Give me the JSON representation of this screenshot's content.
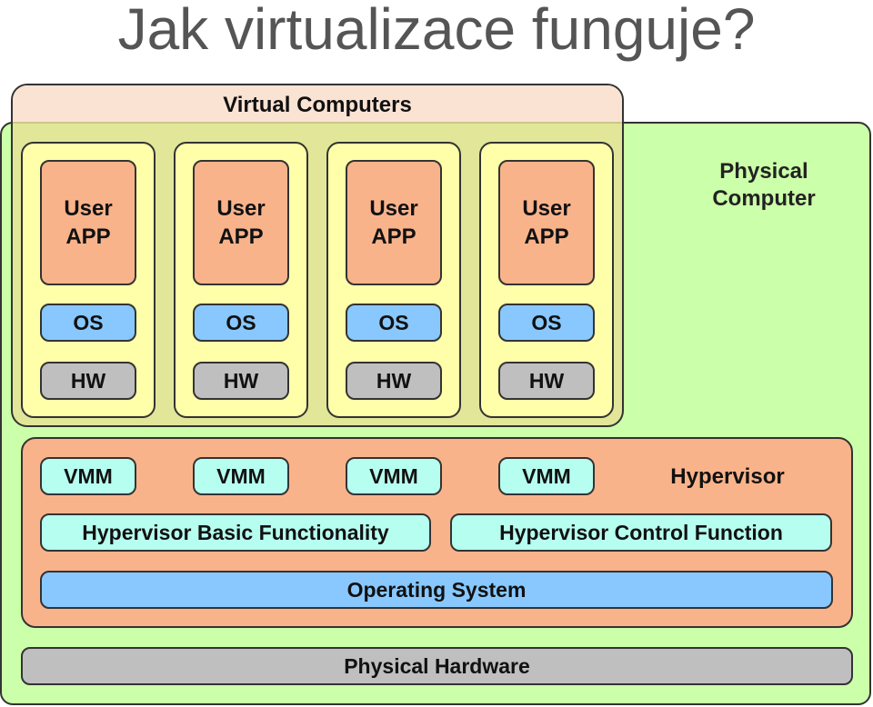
{
  "title": "Jak virtualizace funguje?",
  "physical_label": "Physical\nComputer",
  "virtual_label": "Virtual Computers",
  "vms": [
    {
      "app": "User\nAPP",
      "os": "OS",
      "hw": "HW"
    },
    {
      "app": "User\nAPP",
      "os": "OS",
      "hw": "HW"
    },
    {
      "app": "User\nAPP",
      "os": "OS",
      "hw": "HW"
    },
    {
      "app": "User\nAPP",
      "os": "OS",
      "hw": "HW"
    }
  ],
  "vmm_labels": [
    "VMM",
    "VMM",
    "VMM",
    "VMM"
  ],
  "hypervisor_label": "Hypervisor",
  "hypervisor_basic": "Hypervisor Basic Functionality",
  "hypervisor_control": "Hypervisor Control Function",
  "operating_system": "Operating System",
  "physical_hardware": "Physical Hardware",
  "colors": {
    "physical": "#ccffaa",
    "virtual_header": "#fbe3d4",
    "vm": "#ffffaa",
    "app": "#f9b38b",
    "os": "#88c8ff",
    "hw": "#bfbfbf",
    "hypervisor": "#f9b38b",
    "vmm": "#b6fff0"
  }
}
